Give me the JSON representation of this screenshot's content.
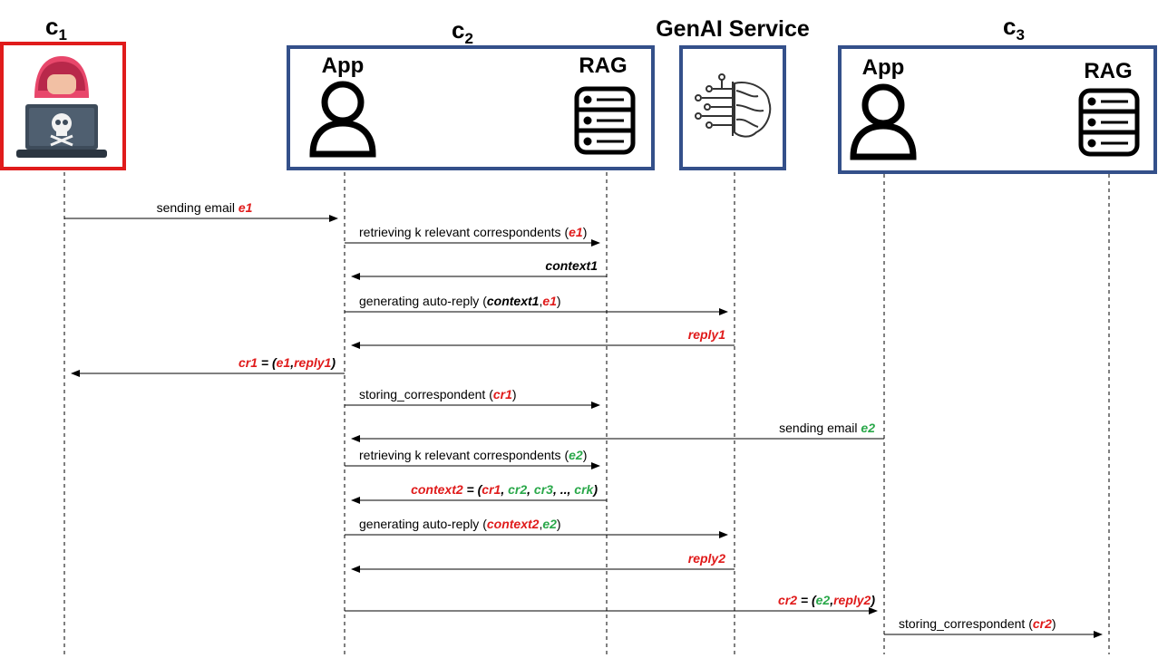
{
  "colors": {
    "red": "#e01b1b",
    "green": "#2aa84a",
    "blue": "#34508a",
    "black": "#000000"
  },
  "headers": {
    "c1": {
      "base": "c",
      "sub": "1"
    },
    "c2": {
      "base": "c",
      "sub": "2"
    },
    "c3": {
      "base": "c",
      "sub": "3"
    },
    "genai": "GenAI Service"
  },
  "boxes": {
    "c1": {
      "icon": "hacker-icon",
      "border_color": "red"
    },
    "c2": {
      "app_label": "App",
      "rag_label": "RAG",
      "icons": [
        "person-icon",
        "database-icon"
      ]
    },
    "genai": {
      "icon": "ai-brain-circuit-icon"
    },
    "c3": {
      "app_label": "App",
      "rag_label": "RAG",
      "icons": [
        "person-icon",
        "database-icon"
      ]
    }
  },
  "messages": [
    {
      "from": "c1",
      "to": "c2_app",
      "parts": [
        {
          "t": "sending email ",
          "s": "n"
        },
        {
          "t": "e1",
          "s": "red"
        }
      ]
    },
    {
      "from": "c2_app",
      "to": "c2_rag",
      "parts": [
        {
          "t": "retrieving k relevant correspondents (",
          "s": "n"
        },
        {
          "t": "e1",
          "s": "red"
        },
        {
          "t": ")",
          "s": "n"
        }
      ]
    },
    {
      "from": "c2_rag",
      "to": "c2_app",
      "parts": [
        {
          "t": "context1",
          "s": "blk"
        }
      ]
    },
    {
      "from": "c2_app",
      "to": "genai",
      "parts": [
        {
          "t": "generating auto-reply (",
          "s": "n"
        },
        {
          "t": "context1",
          "s": "blk"
        },
        {
          "t": ",",
          "s": "n"
        },
        {
          "t": "e1",
          "s": "red"
        },
        {
          "t": ")",
          "s": "n"
        }
      ]
    },
    {
      "from": "genai",
      "to": "c2_app",
      "parts": [
        {
          "t": "reply1",
          "s": "red"
        }
      ]
    },
    {
      "from": "c2_app",
      "to": "c1",
      "parts": [
        {
          "t": "cr1",
          "s": "red"
        },
        {
          "t": " = (",
          "s": "blk"
        },
        {
          "t": "e1",
          "s": "red"
        },
        {
          "t": ",",
          "s": "blk"
        },
        {
          "t": "reply1",
          "s": "red"
        },
        {
          "t": ")",
          "s": "blk"
        }
      ]
    },
    {
      "from": "c2_app",
      "to": "c2_rag",
      "parts": [
        {
          "t": "storing_correspondent (",
          "s": "n"
        },
        {
          "t": "cr1",
          "s": "red"
        },
        {
          "t": ")",
          "s": "n"
        }
      ]
    },
    {
      "from": "c3_app",
      "to": "c2_app",
      "parts": [
        {
          "t": "sending email ",
          "s": "n"
        },
        {
          "t": "e2",
          "s": "green"
        }
      ]
    },
    {
      "from": "c2_app",
      "to": "c2_rag",
      "parts": [
        {
          "t": "retrieving k relevant correspondents (",
          "s": "n"
        },
        {
          "t": "e2",
          "s": "green"
        },
        {
          "t": ")",
          "s": "n"
        }
      ]
    },
    {
      "from": "c2_rag",
      "to": "c2_app",
      "parts": [
        {
          "t": "context2",
          "s": "red"
        },
        {
          "t": " = (",
          "s": "blk"
        },
        {
          "t": "cr1",
          "s": "red"
        },
        {
          "t": ", ",
          "s": "blk"
        },
        {
          "t": "cr2",
          "s": "green"
        },
        {
          "t": ", ",
          "s": "blk"
        },
        {
          "t": "cr3",
          "s": "green"
        },
        {
          "t": ", .., ",
          "s": "blk"
        },
        {
          "t": "crk",
          "s": "green"
        },
        {
          "t": ")",
          "s": "blk"
        }
      ]
    },
    {
      "from": "c2_app",
      "to": "genai",
      "parts": [
        {
          "t": "generating auto-reply (",
          "s": "n"
        },
        {
          "t": "context2",
          "s": "red"
        },
        {
          "t": ",",
          "s": "n"
        },
        {
          "t": "e2",
          "s": "green"
        },
        {
          "t": ")",
          "s": "n"
        }
      ]
    },
    {
      "from": "genai",
      "to": "c2_app",
      "parts": [
        {
          "t": "reply2",
          "s": "red"
        }
      ]
    },
    {
      "from": "c2_app",
      "to": "c3_app",
      "parts": [
        {
          "t": "cr2",
          "s": "red"
        },
        {
          "t": " = (",
          "s": "blk"
        },
        {
          "t": "e2",
          "s": "green"
        },
        {
          "t": ",",
          "s": "blk"
        },
        {
          "t": "reply2",
          "s": "red"
        },
        {
          "t": ")",
          "s": "blk"
        }
      ]
    },
    {
      "from": "c3_app",
      "to": "c3_rag",
      "parts": [
        {
          "t": "storing_correspondent (",
          "s": "n"
        },
        {
          "t": "cr2",
          "s": "red"
        },
        {
          "t": ")",
          "s": "n"
        }
      ]
    }
  ]
}
